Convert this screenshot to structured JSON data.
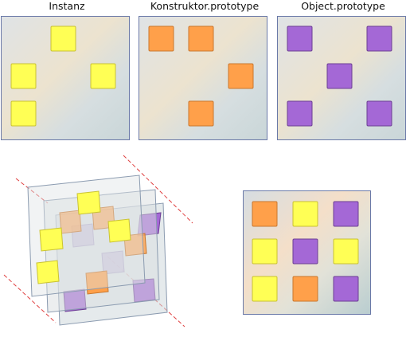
{
  "panels": [
    {
      "title": "Instanz",
      "color_key": "yellow",
      "cells": [
        [
          0,
          1
        ],
        [
          1,
          0
        ],
        [
          1,
          2
        ],
        [
          2,
          0
        ]
      ]
    },
    {
      "title": "Konstruktor.prototype",
      "color_key": "orange",
      "cells": [
        [
          0,
          0
        ],
        [
          0,
          1
        ],
        [
          1,
          2
        ],
        [
          2,
          1
        ]
      ]
    },
    {
      "title": "Object.prototype",
      "color_key": "purple",
      "cells": [
        [
          0,
          0
        ],
        [
          0,
          2
        ],
        [
          1,
          1
        ],
        [
          2,
          0
        ],
        [
          2,
          2
        ]
      ]
    }
  ],
  "result_grid": [
    [
      "orange",
      "yellow",
      "purple"
    ],
    [
      "yellow",
      "purple",
      "yellow"
    ],
    [
      "yellow",
      "orange",
      "purple"
    ]
  ],
  "colors": {
    "yellow": "#ffff55",
    "yellow_stroke": "#c9c232",
    "orange": "#ffa04a",
    "orange_stroke": "#c9772e",
    "purple": "#a468d6",
    "purple_stroke": "#6d3f94",
    "panel_border": "#6a79a8",
    "guide_line": "#e04040"
  }
}
